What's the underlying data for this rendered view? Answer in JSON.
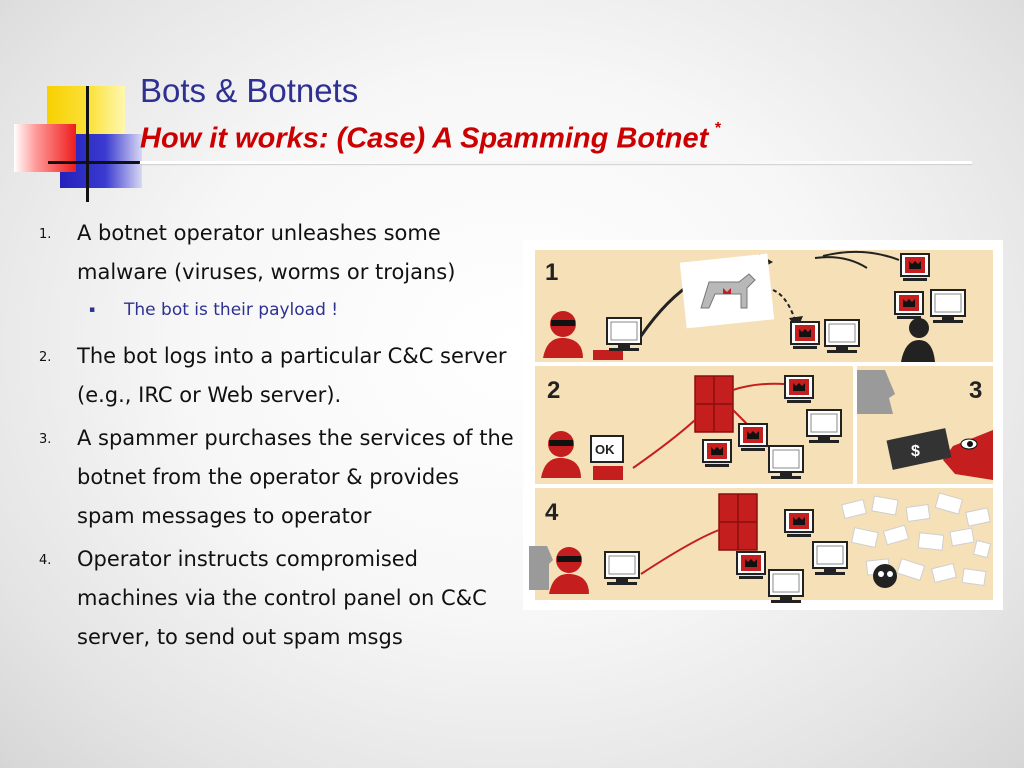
{
  "slide": {
    "title": "Bots & Botnets",
    "subtitle": "How it works: (Case) A Spamming Botnet",
    "subtitle_note": "*",
    "colors": {
      "title": "#2e3192",
      "subtitle": "#cc0000",
      "accent_red": "#cc1f1f",
      "panel_bg": "#f5e0b7"
    }
  },
  "items": [
    {
      "number": "1.",
      "text": "A botnet operator unleashes some malware (viruses, worms or trojans)",
      "sub": {
        "bullet": "▪",
        "text": "The bot is their payload !"
      }
    },
    {
      "number": "2.",
      "text": "The bot logs into a particular C&C server (e.g., IRC or Web server)."
    },
    {
      "number": "3.",
      "text": "A spammer purchases the services of the botnet from the operator & provides spam messages to operator"
    },
    {
      "number": "4.",
      "text": "Operator instructs compromised machines via the control panel on C&C server, to send out spam msgs"
    }
  ],
  "illustration": {
    "panel_labels": [
      "1",
      "2",
      "3",
      "4"
    ],
    "ok_label": "OK",
    "money_symbol": "$"
  }
}
